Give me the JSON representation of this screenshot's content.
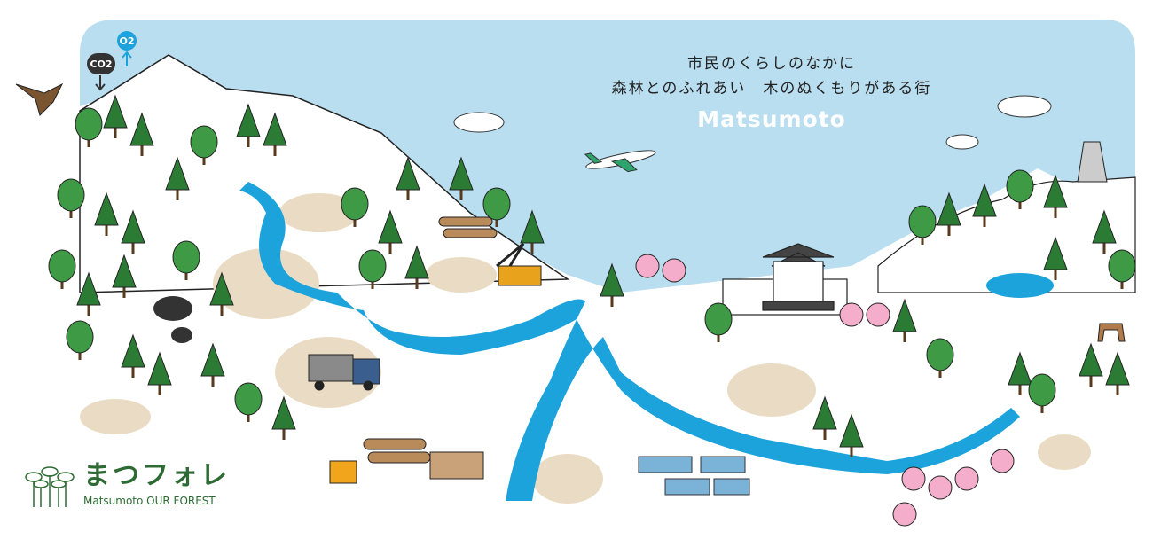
{
  "headline": {
    "line1": "市民のくらしのなかに",
    "line2": "森林とのふれあい　木のぬくもりがある街"
  },
  "city": "Matsumoto",
  "logo": {
    "name": "まつフォレ",
    "subtitle": "Matsumoto OUR FOREST"
  },
  "carbon_cycle": {
    "co2": "CO2",
    "o2": "O2"
  },
  "colors": {
    "sky": "#b9def0",
    "river": "#1ca3dc",
    "tree": "#3f9a45",
    "tree_dark": "#2c7b35",
    "ground": "#eadcc4",
    "logo": "#2e6b34",
    "blossom": "#f4aecb"
  }
}
